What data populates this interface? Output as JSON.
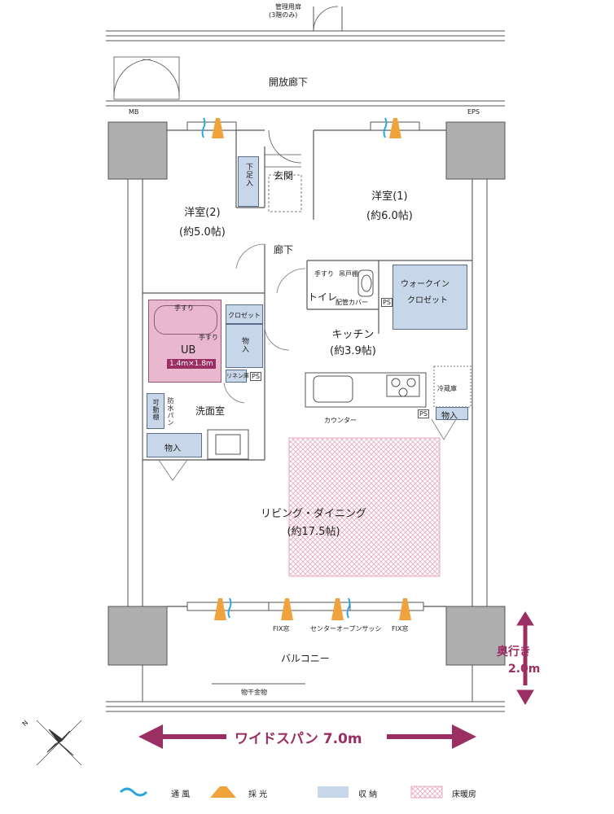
{
  "corridor": {
    "management_door": "管理用扉",
    "management_door_note": "(3階のみ)",
    "open_corridor": "開放廊下",
    "mb": "MB",
    "eps": "EPS"
  },
  "rooms": {
    "entrance": "玄関",
    "shoe_storage": "下足入",
    "western2_name": "洋室(2)",
    "western2_size": "(約5.0帖)",
    "western1_name": "洋室(1)",
    "western1_size": "(約6.0帖)",
    "hallway": "廊下",
    "toilet": "トイレ",
    "hand_wash": "手すり",
    "hanging_cabinet": "吊戸棚",
    "pipe_cover": "配管カバー",
    "ps1": "PS",
    "walkin_line1": "ウォークイン",
    "walkin_line2": "クロゼット",
    "kitchen_name": "キッチン",
    "kitchen_size": "(約3.9帖)",
    "closet": "クロゼット",
    "storage1": "物入",
    "handrail1": "手すり",
    "handrail2": "手すり",
    "ub": "UB",
    "ub_size": "1.4m×1.8m",
    "linen": "リネン庫",
    "ps2": "PS",
    "washroom": "洗面室",
    "waterproof_pan": "防水パン",
    "movable_shelf": "可動棚",
    "storage2": "物入",
    "counter": "カウンター",
    "fridge": "冷蔵庫",
    "ps3": "PS",
    "storage3": "物入",
    "living_name": "リビング・ダイニング",
    "living_size": "(約17.5帖)"
  },
  "windows": {
    "fix_left": "FIX窓",
    "center_sash": "センターオープンサッシ",
    "fix_right": "FIX窓"
  },
  "balcony": {
    "label": "バルコニー",
    "drying_hardware": "物干金物"
  },
  "dimensions": {
    "depth_label": "奥行き",
    "depth_value": "2.0m",
    "width_label": "ワイドスパン 7.0m"
  },
  "compass": "N",
  "legend": [
    {
      "label": "通 風",
      "color": "#2aa6dc",
      "icon": "wind-wave-icon"
    },
    {
      "label": "採 光",
      "color": "#f0a23c",
      "icon": "light-ray-icon"
    },
    {
      "label": "収 納",
      "color": "#c7d6e9",
      "icon": "storage-swatch-icon"
    },
    {
      "label": "床暖房",
      "color": "#e8a9c0",
      "icon": "floor-heating-icon"
    }
  ],
  "colors": {
    "accent": "#9b2e63",
    "storage": "#c7d6e9",
    "unit_bath": "#e9b8cf",
    "wind": "#2aa6dc",
    "light": "#f0a23c",
    "floor_heating": "#e8a9c0"
  }
}
